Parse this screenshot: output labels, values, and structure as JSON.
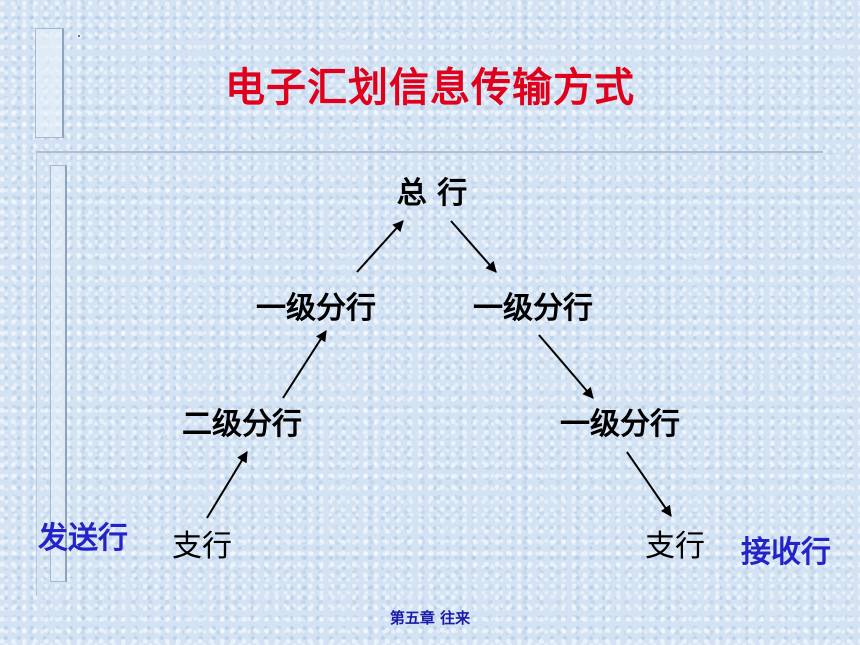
{
  "title": "电子汇划信息传输方式",
  "nodes": {
    "head_office": "总 行",
    "branch1_left": "一级分行",
    "branch1_right_top": "一级分行",
    "branch2_left": "二级分行",
    "branch1_right_bottom": "一级分行",
    "sub_left": "支行",
    "sub_right": "支行"
  },
  "labels": {
    "sender": "发送行",
    "receiver": "接收行"
  },
  "footer": "第五章  往来",
  "colors": {
    "title": "#e0001b",
    "side_labels": "#2323c8",
    "footer": "#1a1aa8",
    "arrows": "#000000"
  }
}
